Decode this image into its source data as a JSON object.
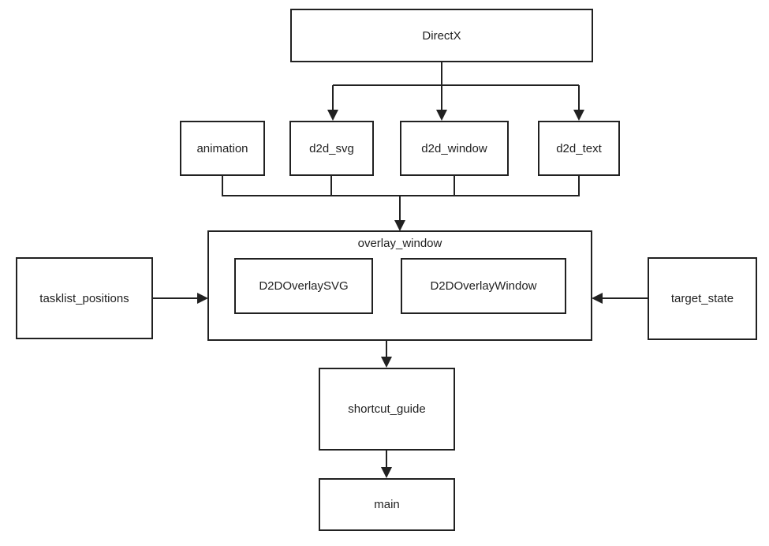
{
  "diagram": {
    "title": "module dependency diagram",
    "background_color": "#ffffff",
    "line_color": "#212121",
    "text_color": "#1f1f1f",
    "nodes": {
      "directx": {
        "label": "DirectX"
      },
      "animation": {
        "label": "animation"
      },
      "d2d_svg": {
        "label": "d2d_svg"
      },
      "d2d_window": {
        "label": "d2d_window"
      },
      "d2d_text": {
        "label": "d2d_text"
      },
      "overlay_window": {
        "label": "overlay_window"
      },
      "d2d_overlay_svg": {
        "label": "D2DOverlaySVG"
      },
      "d2d_overlay_window": {
        "label": "D2DOverlayWindow"
      },
      "tasklist_positions": {
        "label": "tasklist_positions"
      },
      "target_state": {
        "label": "target_state"
      },
      "shortcut_guide": {
        "label": "shortcut_guide"
      },
      "main": {
        "label": "main"
      }
    },
    "edges": [
      {
        "from": "DirectX",
        "to": "d2d_svg"
      },
      {
        "from": "DirectX",
        "to": "d2d_window"
      },
      {
        "from": "DirectX",
        "to": "d2d_text"
      },
      {
        "from": "animation",
        "to": "overlay_window"
      },
      {
        "from": "d2d_svg",
        "to": "overlay_window"
      },
      {
        "from": "d2d_window",
        "to": "overlay_window"
      },
      {
        "from": "d2d_text",
        "to": "overlay_window"
      },
      {
        "from": "tasklist_positions",
        "to": "overlay_window"
      },
      {
        "from": "target_state",
        "to": "overlay_window"
      },
      {
        "from": "overlay_window",
        "to": "shortcut_guide"
      },
      {
        "from": "shortcut_guide",
        "to": "main"
      }
    ]
  }
}
